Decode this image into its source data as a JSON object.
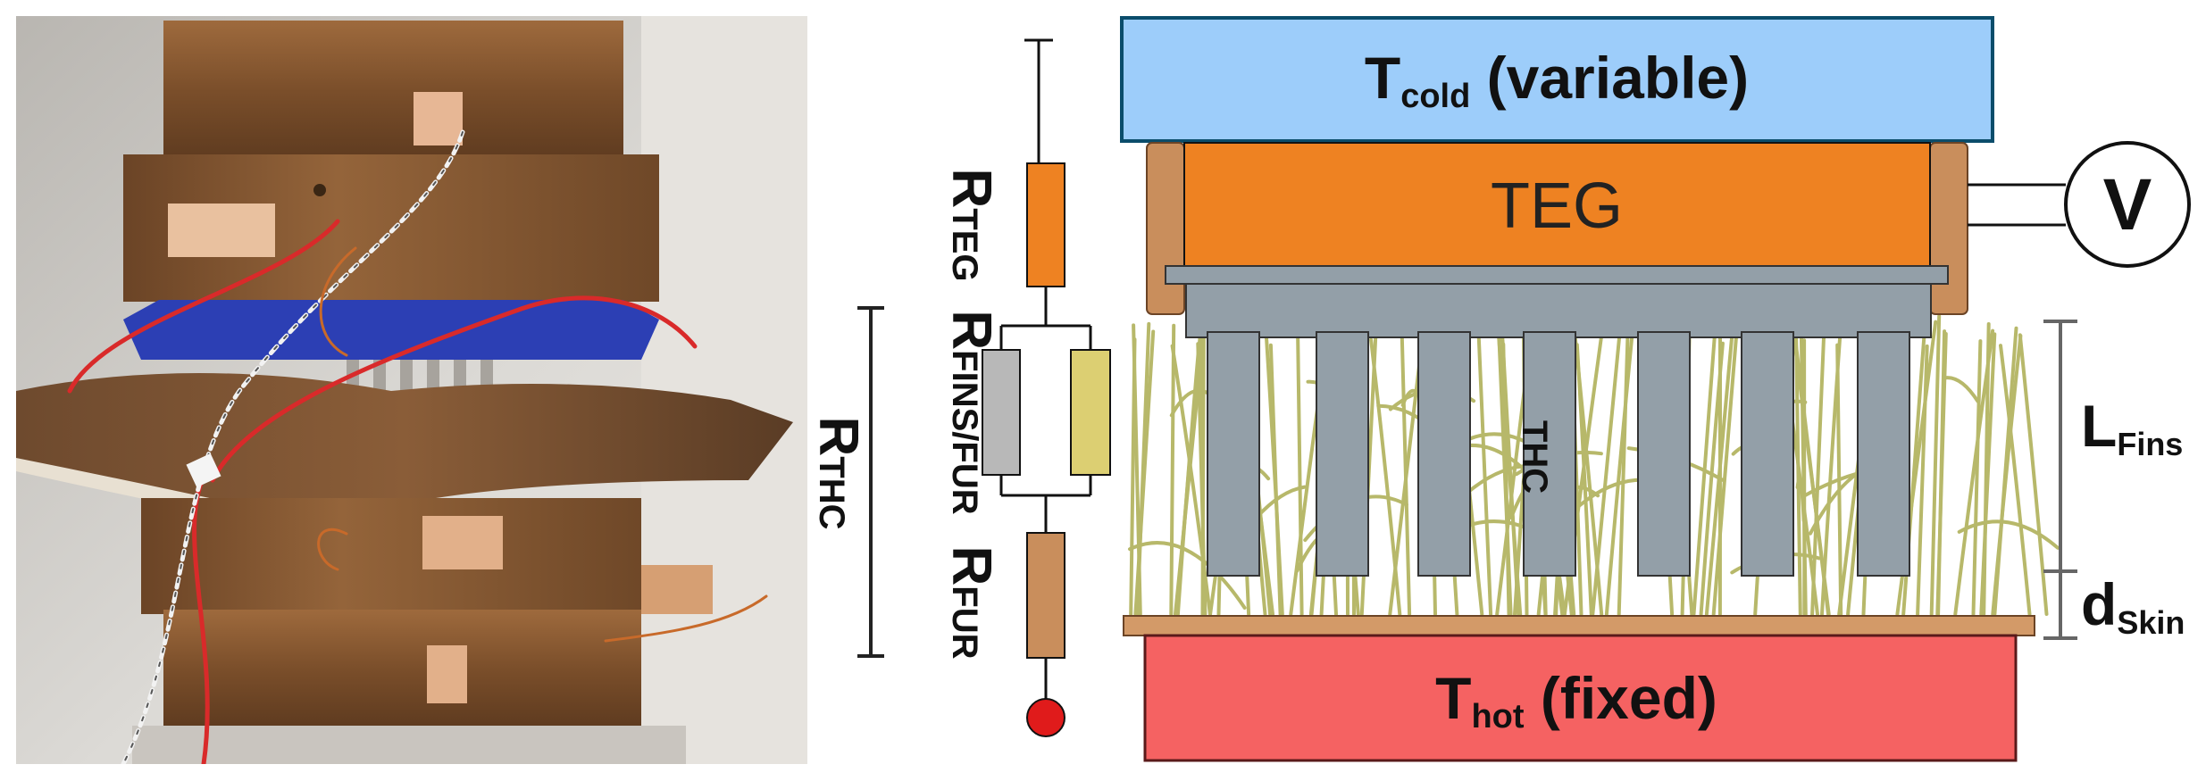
{
  "circuit": {
    "r_teg": {
      "main": "R",
      "sub": "TEG"
    },
    "r_fins_fur": {
      "main": "R",
      "sub": "FINS/FUR"
    },
    "r_fur": {
      "main": "R",
      "sub": "FUR"
    },
    "r_thc": {
      "main": "R",
      "sub": "THC"
    }
  },
  "blocks": {
    "t_cold": {
      "main": "T",
      "sub": "cold",
      "rest": " (variable)"
    },
    "teg": {
      "label": "TEG"
    },
    "thc": {
      "label": "THC"
    },
    "t_hot": {
      "main": "T",
      "sub": "hot",
      "rest": " (fixed)"
    }
  },
  "voltmeter": {
    "label": "V"
  },
  "dimensions": {
    "l_fins": {
      "main": "L",
      "sub": "Fins"
    },
    "d_skin": {
      "main": "d",
      "sub": "Skin"
    }
  },
  "colors": {
    "t_cold_fill": "#9dcdfa",
    "t_cold_stroke": "#0b4d6b",
    "teg_fill": "#ee8222",
    "copper": "#c98e5c",
    "thc_fill": "#939fa8",
    "fur": "#b7b86a",
    "t_hot_fill": "#f56262",
    "skin": "#d39a68",
    "resistor_grey": "#b8b8b8",
    "resistor_yellow": "#dccf72",
    "node_red": "#e01b1b"
  }
}
